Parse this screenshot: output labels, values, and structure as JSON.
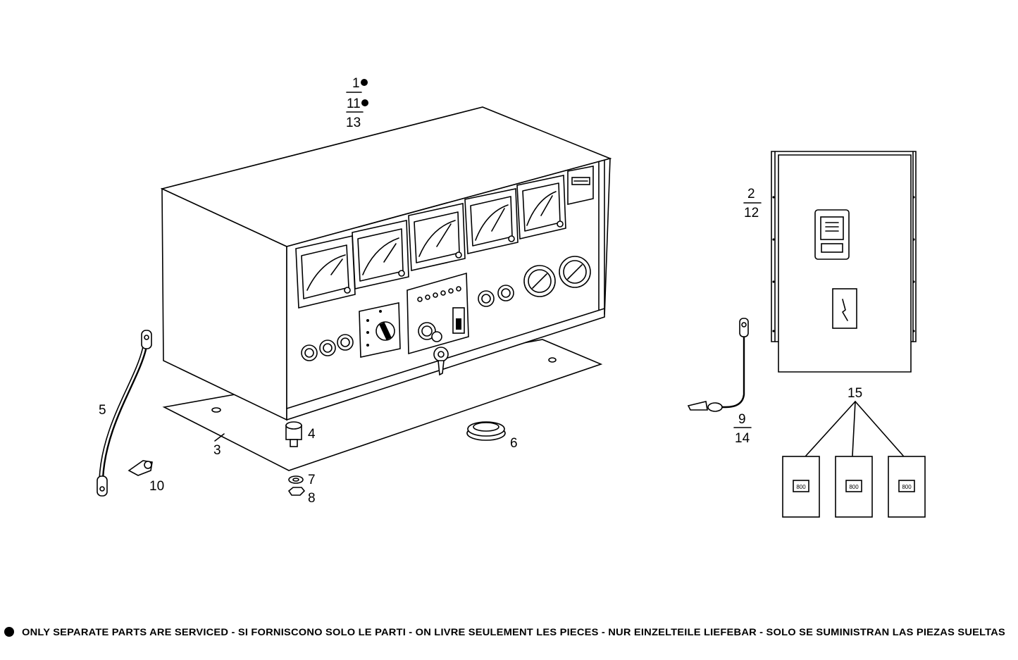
{
  "callouts": {
    "c1": "1",
    "c11": "11",
    "c13": "13",
    "c2": "2",
    "c12": "12",
    "c3": "3",
    "c4": "4",
    "c5": "5",
    "c6": "6",
    "c7": "7",
    "c8": "8",
    "c9": "9",
    "c14": "14",
    "c10": "10",
    "c15": "15"
  },
  "panel_badges": [
    "800",
    "800",
    "800"
  ],
  "footnote": {
    "bullet": "●",
    "text": "ONLY SEPARATE PARTS ARE SERVICED - SI FORNISCONO SOLO LE PARTI - ON LIVRE SEULEMENT LES PIECES - NUR EINZELTEILE LIEFEBAR - SOLO SE SUMINISTRAN LAS PIEZAS SUELTAS"
  }
}
